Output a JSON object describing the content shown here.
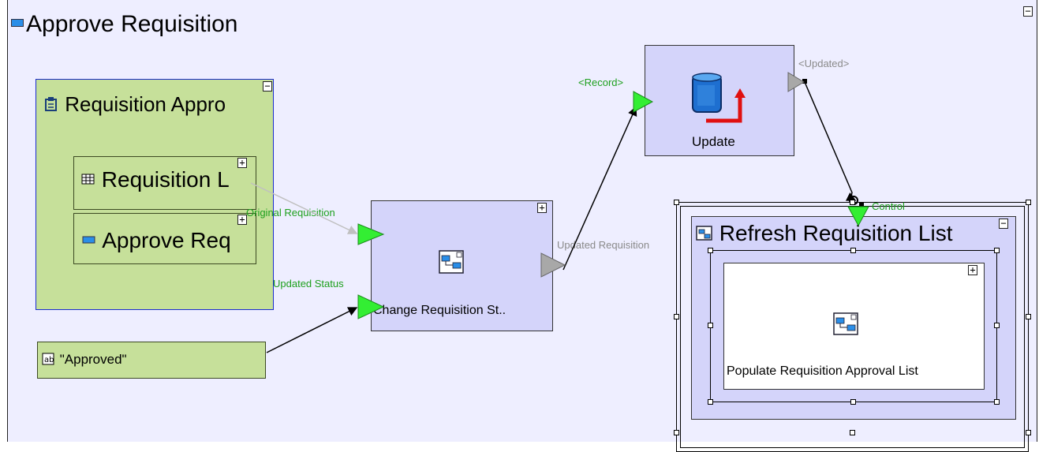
{
  "diagram": {
    "title": "Approve Requisition",
    "collapse_symbol": "−",
    "expand_symbol": "+",
    "requisition_approval": {
      "label": "Requisition Appro",
      "items": [
        {
          "label": "Requisition L"
        },
        {
          "label": "Approve Req"
        }
      ]
    },
    "approved_constant": {
      "label": "\"Approved\""
    },
    "change_requisition": {
      "label": "Change Requisition St..",
      "inputs": [
        "Original Requisition",
        "Updated Status"
      ],
      "output": "Updated Requisition"
    },
    "update": {
      "label": "Update",
      "input": "<Record>",
      "output": "<Updated>"
    },
    "refresh_list": {
      "label": "Refresh Requisition List",
      "control": "Control",
      "inner": {
        "label": "Populate Requisition Approval List"
      }
    },
    "colors": {
      "canvas": "#eeeeff",
      "green_box": "#c6e09a",
      "blue_box": "#d4d4fa",
      "port_green": "#33ee33",
      "port_gray": "#a8a8a8",
      "label_green": "#1ea01e",
      "label_gray": "#8a8a8a"
    },
    "icons": [
      "component-icon",
      "table-icon",
      "field-icon",
      "constant-icon",
      "subprocess-icon",
      "database-update-icon",
      "container-icon"
    ]
  }
}
